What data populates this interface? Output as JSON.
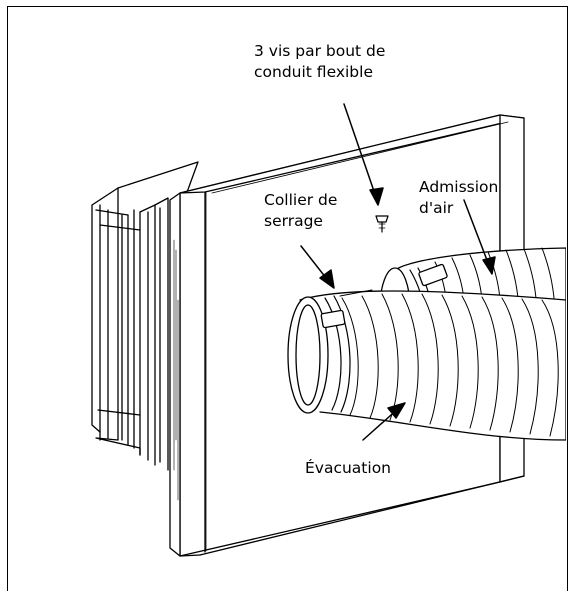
{
  "labels": {
    "screws_line1": "3 vis par bout de",
    "screws_line2": "conduit flexible",
    "clamp_line1": "Collier de",
    "clamp_line2": "serrage",
    "intake_line1": "Admission",
    "intake_line2": "d'air",
    "exhaust": "Évacuation"
  },
  "icons": [
    "screw-icon",
    "hose-clamp-icon"
  ],
  "colors": {
    "line": "#000000",
    "background": "#ffffff"
  }
}
